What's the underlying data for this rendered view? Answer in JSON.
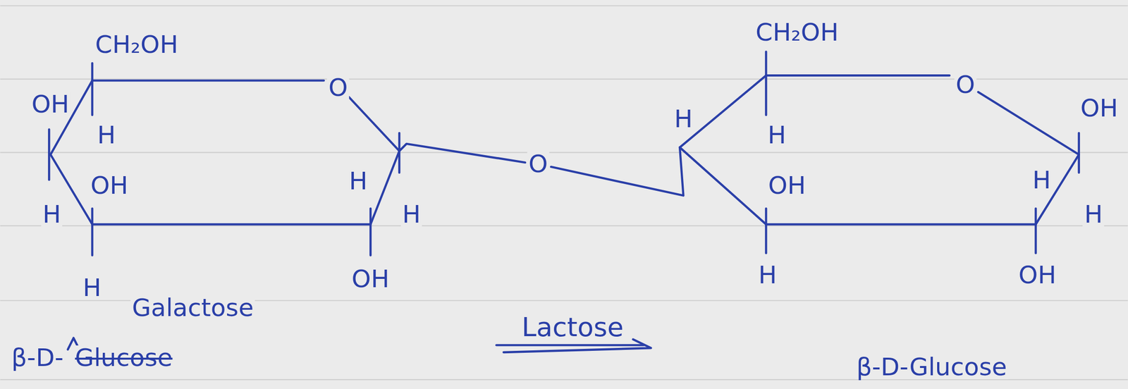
{
  "diagram": {
    "title": "Lactose",
    "labels": [
      "CH₂OH",
      "OH",
      "H",
      "OH",
      "H",
      "H",
      "O",
      "H",
      "H",
      "OH",
      "O",
      "CH₂OH",
      "O",
      "OH",
      "H",
      "H",
      "OH",
      "H",
      "H",
      "H",
      "OH",
      "Galactose",
      "β-D-",
      "Glucose",
      "β-D-Glucose"
    ]
  }
}
